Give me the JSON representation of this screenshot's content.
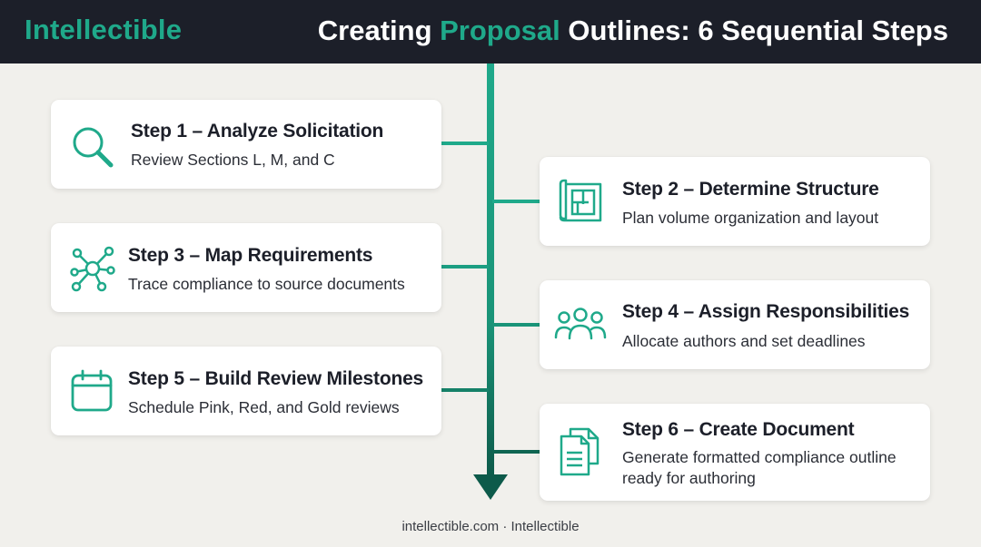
{
  "header": {
    "brand": "Intellectible",
    "title_pre": "Creating ",
    "title_accent": "Proposal",
    "title_post": " Outlines: 6 Sequential Steps"
  },
  "colors": {
    "header_bg": "#1c1f29",
    "accent": "#1fa98a",
    "timeline_end": "#0d5a4a",
    "page_bg": "#f1f0ec"
  },
  "steps": [
    {
      "title": "Step 1 – Analyze Solicitation",
      "desc": "Review Sections L, M, and C",
      "icon": "search-icon"
    },
    {
      "title": "Step 2 – Determine Structure",
      "desc": "Plan volume organization and layout",
      "icon": "blueprint-icon"
    },
    {
      "title": "Step 3 – Map Requirements",
      "desc": "Trace compliance to source documents",
      "icon": "network-icon"
    },
    {
      "title": "Step 4 – Assign Responsibilities",
      "desc": "Allocate authors and set deadlines",
      "icon": "team-icon"
    },
    {
      "title": "Step 5 – Build Review Milestones",
      "desc": "Schedule Pink, Red, and Gold reviews",
      "icon": "calendar-icon"
    },
    {
      "title": "Step 6 – Create Document",
      "desc_line1": "Generate formatted compliance outline",
      "desc_line2": "ready for authoring",
      "icon": "document-icon"
    }
  ],
  "footer": "intellectible.com · Intellectible"
}
